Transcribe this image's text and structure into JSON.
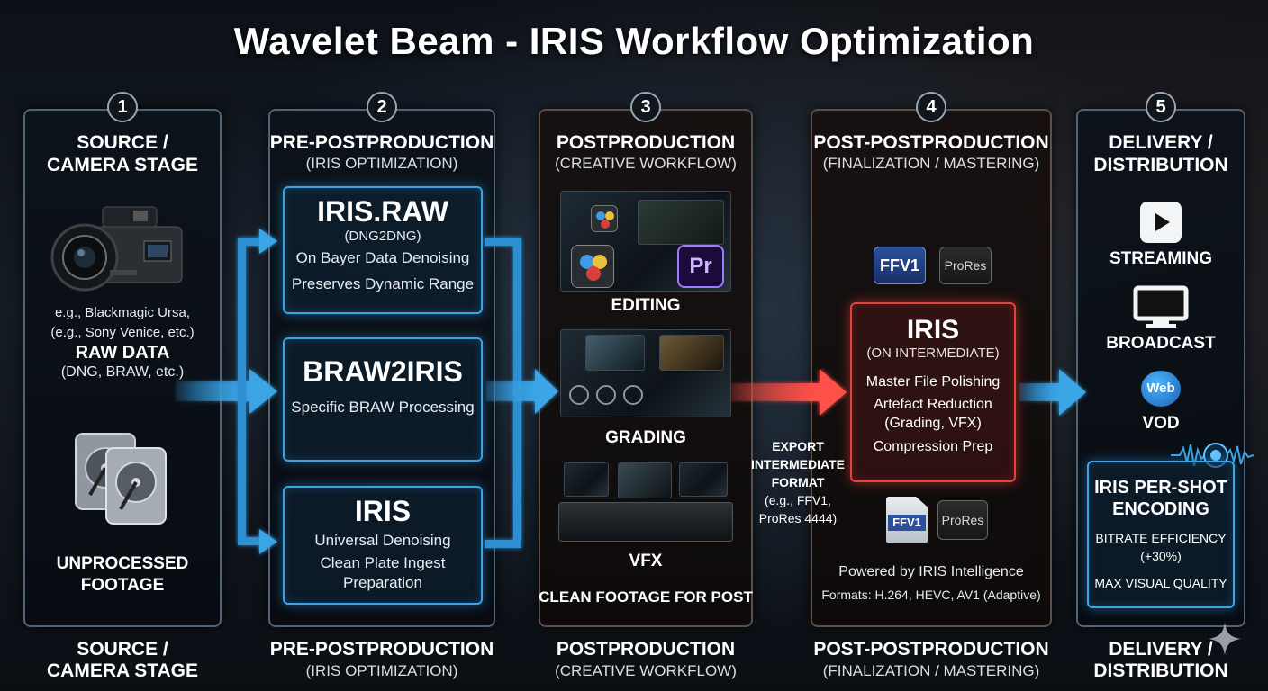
{
  "title": "Wavelet Beam - IRIS Workflow Optimization",
  "stages": [
    {
      "num": "1",
      "head1": "SOURCE /",
      "head2": "CAMERA STAGE"
    },
    {
      "num": "2",
      "head": "PRE-POSTPRODUCTION",
      "sub": "(IRIS OPTIMIZATION)"
    },
    {
      "num": "3",
      "head": "POSTPRODUCTION",
      "sub": "(CREATIVE WORKFLOW)"
    },
    {
      "num": "4",
      "head": "POST-POSTPRODUCTION",
      "sub": "(FINALIZATION / MASTERING)"
    },
    {
      "num": "5",
      "head1": "DELIVERY /",
      "head2": "DISTRIBUTION"
    }
  ],
  "source": {
    "examples1": "e.g., Blackmagic Ursa,",
    "examples2": "(e.g., Sony Venice, etc.)",
    "raw_title": "RAW DATA",
    "raw_sub": "(DNG, BRAW, etc.)",
    "unprocessed1": "UNPROCESSED",
    "unprocessed2": "FOOTAGE"
  },
  "pre": {
    "box1": {
      "title": "IRIS.RAW",
      "sub": "(DNG2DNG)",
      "l1": "On Bayer Data Denoising",
      "l2": "Preserves Dynamic Range"
    },
    "box2": {
      "title": "BRAW2IRIS",
      "l1": "Specific BRAW Processing"
    },
    "box3": {
      "title": "IRIS",
      "l1": "Universal Denoising",
      "l2": "Clean Plate Ingest",
      "l3": "Preparation"
    }
  },
  "post": {
    "pr_icon": "Pr",
    "editing": "EDITING",
    "grading": "GRADING",
    "vfx": "VFX",
    "clean": "CLEAN FOOTAGE FOR POST"
  },
  "export_note": {
    "l1": "EXPORT",
    "l2": "INTERMEDIATE",
    "l3": "FORMAT",
    "l4": "(e.g., FFV1,",
    "l5": "ProRes 4444)"
  },
  "final": {
    "ffv1": "FFV1",
    "prores": "ProRes",
    "iris_title": "IRIS",
    "iris_sub": "(ON INTERMEDIATE)",
    "l1": "Master File Polishing",
    "l2": "Artefact Reduction",
    "l3": "(Grading, VFX)",
    "l4": "Compression Prep",
    "ffv1_file": "FFV1",
    "prores2": "ProRes",
    "powered": "Powered by IRIS Intelligence",
    "formats": "Formats: H.264, HEVC, AV1 (Adaptive)"
  },
  "delivery": {
    "streaming": "STREAMING",
    "broadcast": "BROADCAST",
    "web_icon": "Web",
    "vod": "VOD",
    "pershot1": "IRIS PER-SHOT",
    "pershot2": "ENCODING",
    "bitrate1": "BITRATE EFFICIENCY",
    "bitrate2": "(+30%)",
    "maxq": "MAX VISUAL QUALITY"
  },
  "footer": [
    {
      "l1": "SOURCE /",
      "l2": "CAMERA STAGE"
    },
    {
      "l1": "PRE-POSTPRODUCTION",
      "l2": "(IRIS OPTIMIZATION)"
    },
    {
      "l1": "POSTPRODUCTION",
      "l2": "(CREATIVE WORKFLOW)"
    },
    {
      "l1": "POST-POSTPRODUCTION",
      "l2": "(FINALIZATION / MASTERING)"
    },
    {
      "l1": "DELIVERY /",
      "l2": "DISTRIBUTION"
    }
  ],
  "colors": {
    "blue_flow": "#2f8fd0",
    "red_flow": "#e0443c",
    "panel_border": "#4f6577"
  }
}
